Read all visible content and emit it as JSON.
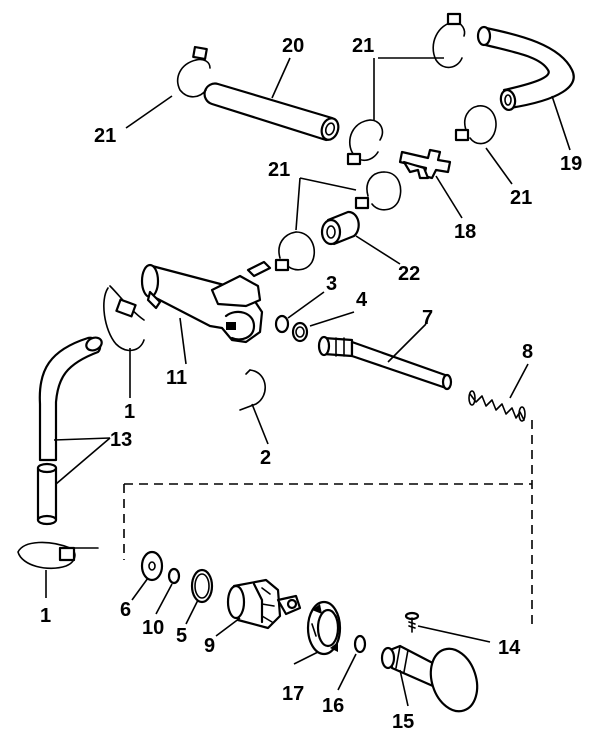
{
  "callouts": {
    "c1_top": "1",
    "c1_bottom": "1",
    "c2": "2",
    "c3": "3",
    "c4": "4",
    "c5": "5",
    "c6": "6",
    "c7": "7",
    "c8": "8",
    "c9": "9",
    "c10": "10",
    "c11": "11",
    "c13": "13",
    "c14": "14",
    "c15": "15",
    "c16": "16",
    "c17": "17",
    "c18": "18",
    "c19": "19",
    "c20": "20",
    "c21_left": "21",
    "c21_top": "21",
    "c21_right": "21",
    "c21_mid": "21",
    "c22": "22"
  }
}
